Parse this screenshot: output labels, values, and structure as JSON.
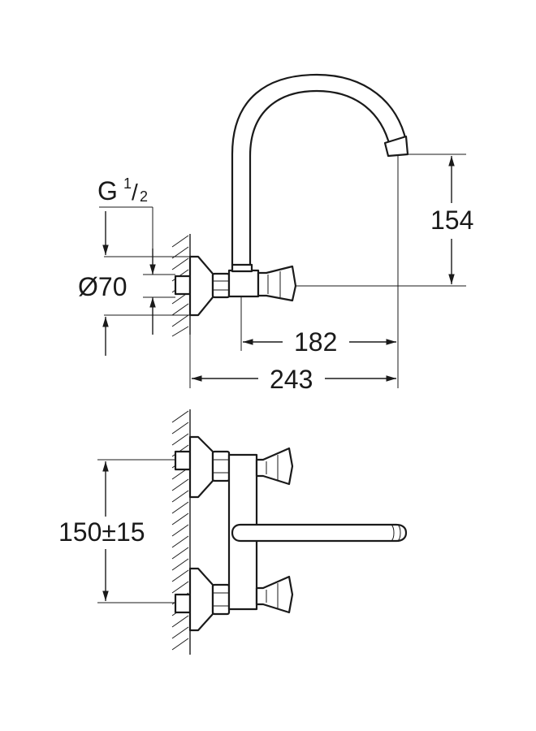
{
  "top_view": {
    "thread_label_main": "G ",
    "thread_label_num": "1",
    "thread_label_slash": "/",
    "thread_label_den": "2",
    "diameter_label": "Ø70",
    "height_label": "154",
    "projection_label": "182",
    "total_width_label": "243"
  },
  "front_view": {
    "spacing_label": "150±15"
  }
}
